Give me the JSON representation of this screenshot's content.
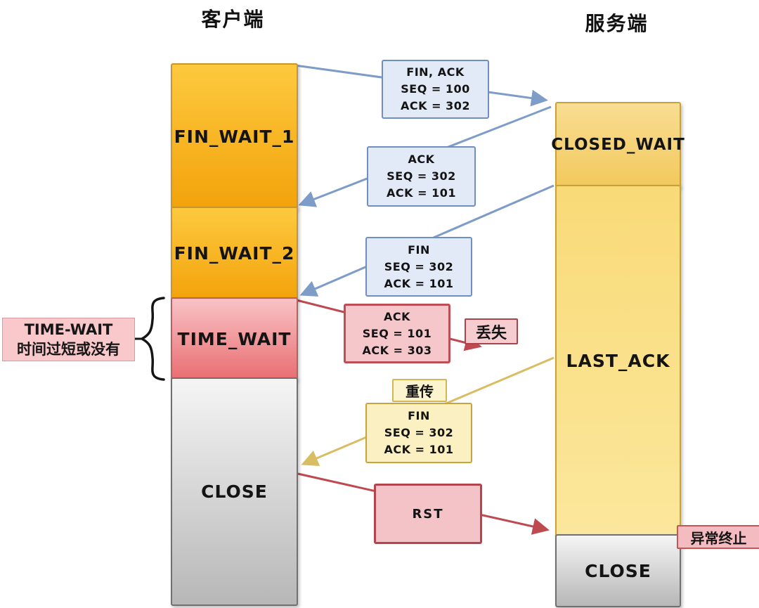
{
  "titles": {
    "client": "客户端",
    "server": "服务端"
  },
  "client_states": [
    {
      "id": "fin-wait-1",
      "label": "FIN_WAIT_1"
    },
    {
      "id": "fin-wait-2",
      "label": "FIN_WAIT_2"
    },
    {
      "id": "time-wait",
      "label": "TIME_WAIT"
    },
    {
      "id": "close",
      "label": "CLOSE"
    }
  ],
  "server_states": [
    {
      "id": "closed-wait",
      "label": "CLOSED_WAIT"
    },
    {
      "id": "last-ack",
      "label": "LAST_ACK"
    },
    {
      "id": "close",
      "label": "CLOSE"
    }
  ],
  "messages": [
    {
      "id": "fin-ack",
      "color": "blue",
      "lines": [
        "FIN, ACK",
        "SEQ = 100",
        "ACK = 302"
      ]
    },
    {
      "id": "ack-1",
      "color": "blue",
      "lines": [
        "ACK",
        "SEQ = 302",
        "ACK = 101"
      ]
    },
    {
      "id": "fin-1",
      "color": "blue",
      "lines": [
        "FIN",
        "SEQ = 302",
        "ACK = 101"
      ]
    },
    {
      "id": "ack-lost",
      "color": "red",
      "lines": [
        "ACK",
        "SEQ = 101",
        "ACK = 303"
      ]
    },
    {
      "id": "fin-retrans",
      "color": "yellow",
      "lines": [
        "FIN",
        "SEQ = 302",
        "ACK = 101"
      ]
    },
    {
      "id": "rst",
      "color": "red",
      "lines": [
        "RST"
      ]
    }
  ],
  "labels": {
    "lost": "丢失",
    "retransmit": "重传",
    "abnormal_termination": "异常终止",
    "timewait_note_line1": "TIME-WAIT",
    "timewait_note_line2": "时间过短或没有"
  },
  "colors": {
    "client_state_orange_top": "#FDC93F",
    "client_state_orange_bottom": "#F3A30B",
    "time_wait_pink_top": "#F8C3C5",
    "time_wait_pink_bottom": "#E96E72",
    "close_gray_top": "#F5F5F5",
    "close_gray_bottom": "#B7B7B7",
    "server_yellow_top": "#F8DD92",
    "server_yellow_bottom": "#F2C95D",
    "msg_blue_fill": "#E1EAF6",
    "msg_blue_border": "#6E8FBF",
    "msg_red_fill": "#F5C7CA",
    "msg_red_border": "#BE4E55",
    "msg_yellow_fill": "#FAF0C2",
    "msg_yellow_border": "#C7A53E",
    "arrow_blue": "#7E9CC8",
    "arrow_red": "#BE4A50",
    "arrow_yellow": "#D8BD62",
    "note_pink_fill": "#F8C8CB"
  }
}
